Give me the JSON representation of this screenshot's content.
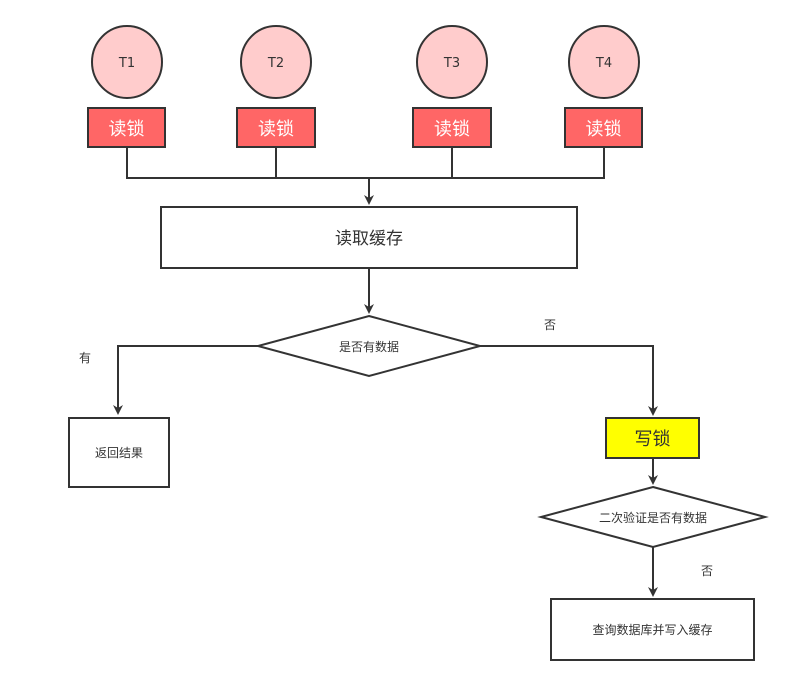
{
  "threads": [
    {
      "id": "T1",
      "lock": "读锁"
    },
    {
      "id": "T2",
      "lock": "读锁"
    },
    {
      "id": "T3",
      "lock": "读锁"
    },
    {
      "id": "T4",
      "lock": "读锁"
    }
  ],
  "steps": {
    "read_cache": "读取缓存",
    "check_data": "是否有数据",
    "return_result": "返回结果",
    "write_lock": "写锁",
    "recheck_data": "二次验证是否有数据",
    "query_db_write_cache": "查询数据库并写入缓存"
  },
  "edges": {
    "yes_label": "有",
    "no_label_1": "否",
    "no_label_2": "否"
  },
  "colors": {
    "thread_fill": "#ffcccc",
    "read_lock_fill": "#ff6666",
    "write_lock_fill": "#ffff00",
    "stroke": "#333333"
  }
}
